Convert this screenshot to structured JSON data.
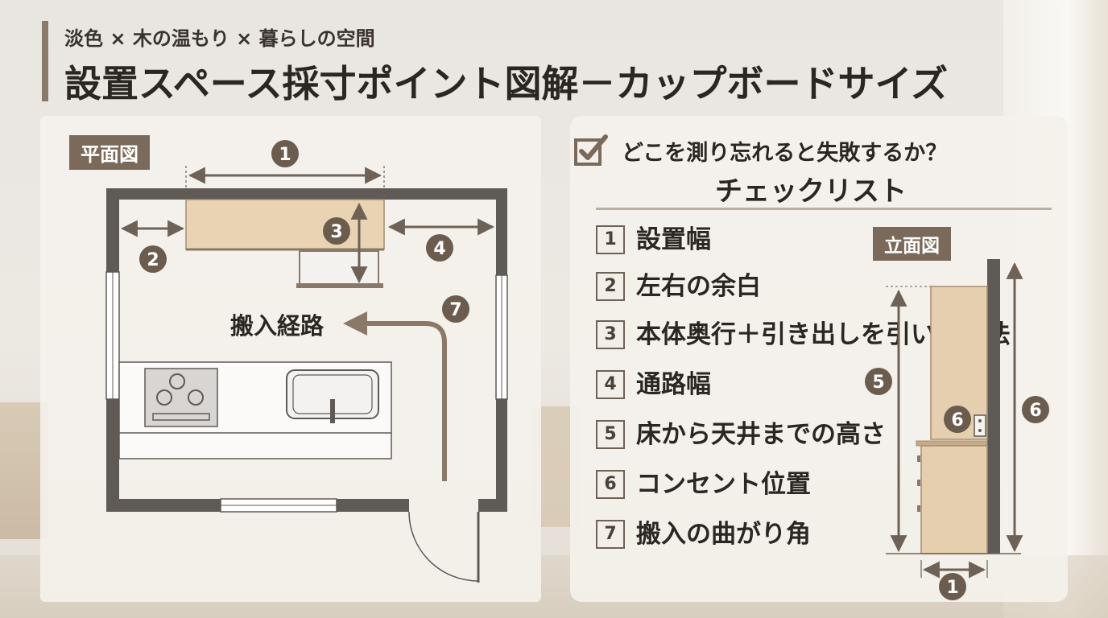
{
  "header": {
    "subtitle": "淡色 × 木の温もり × 暮らしの空間",
    "title": "設置スペース採寸ポイント図解－カップボードサイズ"
  },
  "plan": {
    "tag": "平面図",
    "route_label": "搬入経路",
    "markers": [
      "1",
      "2",
      "3",
      "4",
      "7"
    ]
  },
  "checklist": {
    "question": "どこを測り忘れると失敗するか？",
    "title": "チェックリスト",
    "items": [
      {
        "num": "1",
        "label": "設置幅"
      },
      {
        "num": "2",
        "label": "左右の余白"
      },
      {
        "num": "3",
        "label": "本体奥行＋引き出しを引いた寸法"
      },
      {
        "num": "4",
        "label": "通路幅"
      },
      {
        "num": "5",
        "label": "床から天井までの高さ"
      },
      {
        "num": "6",
        "label": "コンセント位置"
      },
      {
        "num": "7",
        "label": "搬入の曲がり角"
      }
    ]
  },
  "elevation": {
    "tag": "立面図",
    "markers": [
      "5",
      "6",
      "6",
      "1"
    ]
  },
  "colors": {
    "accent": "#7b6a59",
    "marker": "#6b5c4e",
    "wall": "#5f5a56",
    "wood": "#e6cfae",
    "dim_line": "#6e6257"
  }
}
